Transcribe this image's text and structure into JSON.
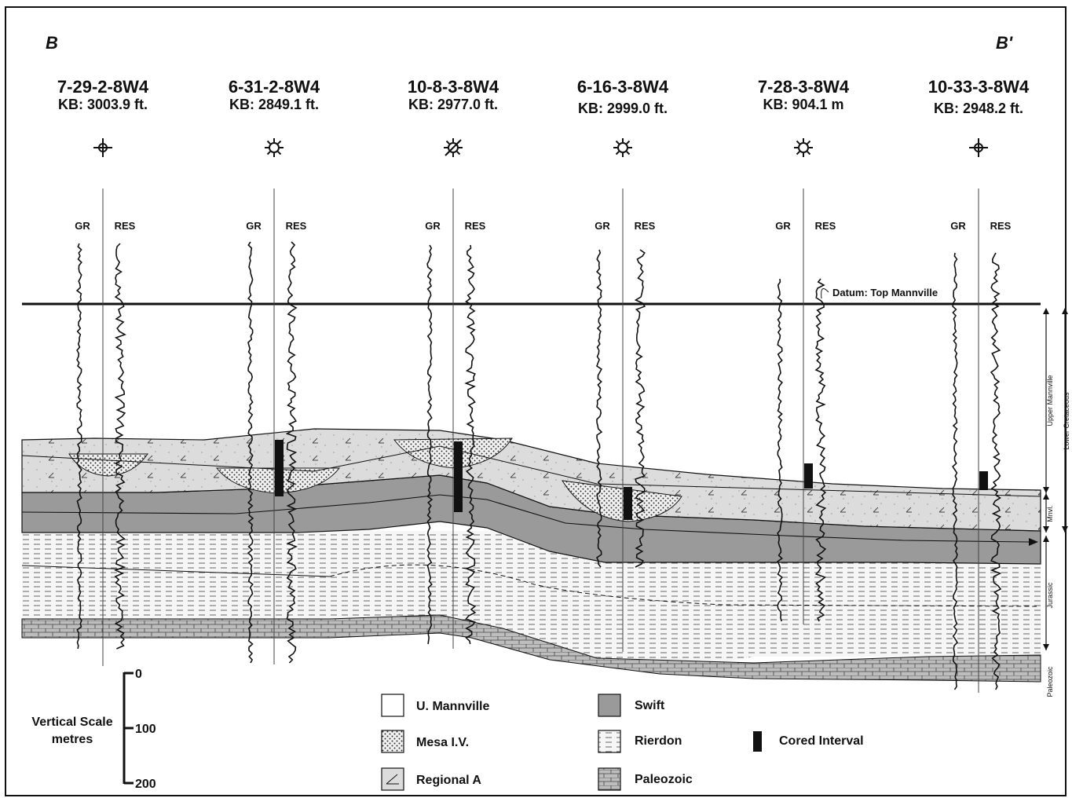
{
  "section": {
    "start_label": "B",
    "end_label": "B'"
  },
  "wells": [
    {
      "name": "7-29-2-8W4",
      "kb": "KB: 3003.9 ft.",
      "symbol": "dry-well-icon",
      "log_left": "GR",
      "log_right": "RES"
    },
    {
      "name": "6-31-2-8W4",
      "kb": "KB: 2849.1 ft.",
      "symbol": "gas-well-icon",
      "log_left": "GR",
      "log_right": "RES"
    },
    {
      "name": "10-8-3-8W4",
      "kb": "KB: 2977.0 ft.",
      "symbol": "abandoned-gas-well-icon",
      "log_left": "GR",
      "log_right": "RES"
    },
    {
      "name": "6-16-3-8W4",
      "kb": "KB: 2999.0 ft.",
      "symbol": "gas-well-icon",
      "log_left": "GR",
      "log_right": "RES"
    },
    {
      "name": "7-28-3-8W4",
      "kb": "KB: 904.1 m",
      "symbol": "gas-well-icon",
      "log_left": "GR",
      "log_right": "RES"
    },
    {
      "name": "10-33-3-8W4",
      "kb": "KB: 2948.2 ft.",
      "symbol": "dry-well-icon",
      "log_left": "GR",
      "log_right": "RES"
    }
  ],
  "datum_label": "Datum: Top Mannville",
  "intervals": {
    "upper_mannville": "Upper Mannville",
    "mnvl": "Mnvl.",
    "lower_cretaceous": "Lower Cretaceous",
    "jurassic": "Jurassic",
    "paleozoic": "Paleozoic"
  },
  "scale": {
    "title": "Vertical Scale",
    "units": "metres",
    "ticks": [
      "0",
      "100",
      "200"
    ]
  },
  "legend": [
    {
      "key": "u-mannville",
      "label": "U. Mannville"
    },
    {
      "key": "mesa-iv",
      "label": "Mesa I.V."
    },
    {
      "key": "regional-a",
      "label": "Regional A"
    },
    {
      "key": "swift",
      "label": "Swift"
    },
    {
      "key": "rierdon",
      "label": "Rierdon"
    },
    {
      "key": "paleozoic",
      "label": "Paleozoic"
    },
    {
      "key": "cored-interval",
      "label": "Cored Interval"
    }
  ],
  "colors": {
    "swift": "#9a9a9a",
    "regional_a": "#dcdcdc",
    "paleozoic": "#bdbdbd",
    "line": "#111111"
  }
}
